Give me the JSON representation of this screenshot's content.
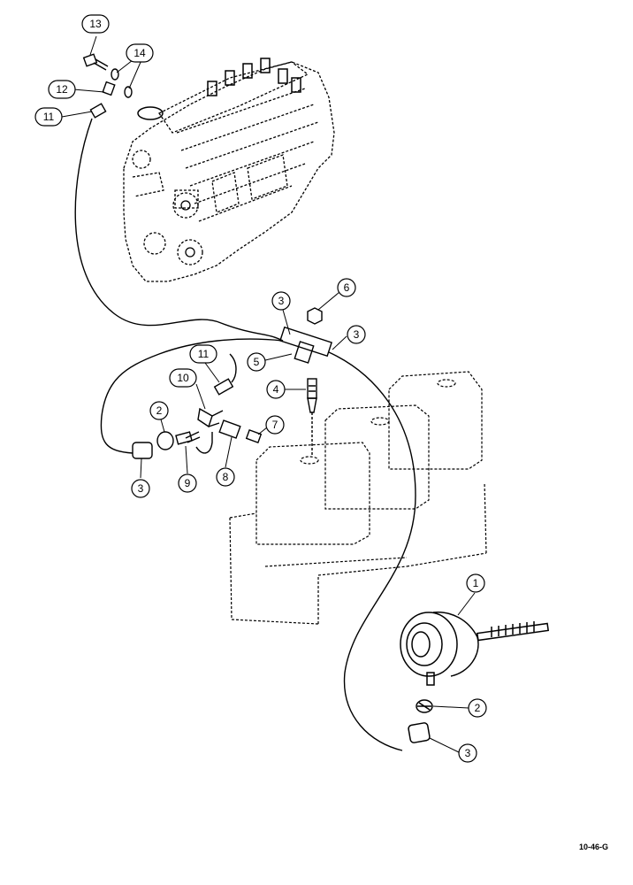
{
  "figure_id": "10-46-G",
  "callouts": {
    "c1": "1",
    "c2a": "2",
    "c2b": "2",
    "c3a": "3",
    "c3b": "3",
    "c3c": "3",
    "c3d": "3",
    "c4": "4",
    "c5": "5",
    "c6": "6",
    "c7": "7",
    "c8": "8",
    "c9": "9",
    "c10": "10",
    "c11a": "11",
    "c11b": "11",
    "c12": "12",
    "c13": "13",
    "c14": "14"
  }
}
